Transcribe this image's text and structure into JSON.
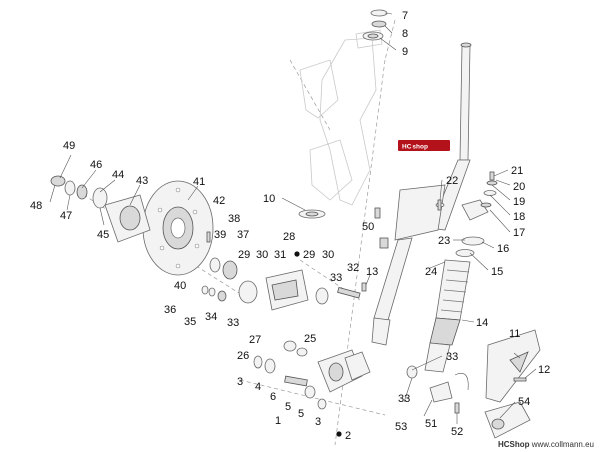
{
  "watermark": {
    "brand": "HC",
    "suffix": "shop"
  },
  "footer": {
    "brand": "HCShop",
    "site": "www.collmann.eu"
  },
  "callouts": {
    "n1": "1",
    "n2": "2",
    "n3a": "3",
    "n3b": "3",
    "n4": "4",
    "n5a": "5",
    "n5b": "5",
    "n6": "6",
    "n7": "7",
    "n8": "8",
    "n9": "9",
    "n10": "10",
    "n11": "11",
    "n12": "12",
    "n13": "13",
    "n14": "14",
    "n15": "15",
    "n16": "16",
    "n17": "17",
    "n18": "18",
    "n19": "19",
    "n20": "20",
    "n21": "21",
    "n22": "22",
    "n23": "23",
    "n24": "24",
    "n25": "25",
    "n26": "26",
    "n27": "27",
    "n28": "28",
    "n29a": "29",
    "n29b": "29",
    "n30a": "30",
    "n30b": "30",
    "n31": "31",
    "n32": "32",
    "n33a": "33",
    "n33b": "33",
    "n33c": "33",
    "n33d": "33",
    "n34": "34",
    "n35": "35",
    "n36": "36",
    "n37": "37",
    "n38": "38",
    "n39": "39",
    "n40": "40",
    "n41": "41",
    "n42": "42",
    "n43": "43",
    "n44": "44",
    "n45": "45",
    "n46": "46",
    "n47": "47",
    "n48": "48",
    "n49": "49",
    "n50": "50",
    "n51": "51",
    "n52": "52",
    "n53": "53",
    "n54": "54"
  }
}
